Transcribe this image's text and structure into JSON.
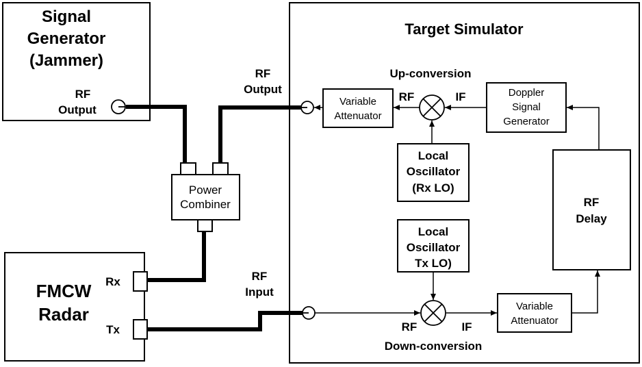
{
  "signal_generator": {
    "lines": [
      "Signal",
      "Generator",
      "(Jammer)"
    ],
    "port_label": [
      "RF",
      "Output"
    ]
  },
  "target_simulator": {
    "title": "Target Simulator"
  },
  "fmcw_radar": {
    "lines": [
      "FMCW",
      "Radar"
    ],
    "rx_label": "Rx",
    "tx_label": "Tx"
  },
  "power_combiner": {
    "lines": [
      "Power",
      "Combiner"
    ]
  },
  "rf_output_label": [
    "RF",
    "Output"
  ],
  "rf_input_label": [
    "RF",
    "Input"
  ],
  "upconversion": {
    "title": "Up-conversion",
    "rf": "RF",
    "if": "IF"
  },
  "downconversion": {
    "title": "Down-conversion",
    "rf": "RF",
    "if": "IF"
  },
  "variable_attenuator_top": {
    "lines": [
      "Variable",
      "Attenuator"
    ]
  },
  "variable_attenuator_bottom": {
    "lines": [
      "Variable",
      "Attenuator"
    ]
  },
  "doppler_generator": {
    "lines": [
      "Doppler",
      "Signal",
      "Generator"
    ]
  },
  "local_oscillator_rx": {
    "lines": [
      "Local",
      "Oscillator",
      "(Rx LO)"
    ]
  },
  "local_oscillator_tx": {
    "lines": [
      "Local",
      "Oscillator",
      "Tx LO)"
    ]
  },
  "rf_delay": {
    "lines": [
      "RF",
      "Delay"
    ]
  }
}
